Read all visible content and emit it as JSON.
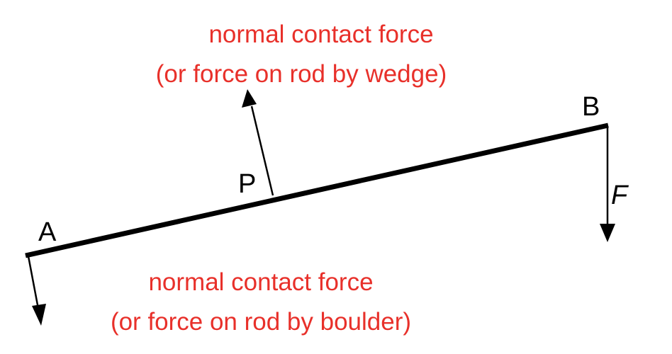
{
  "labels": {
    "point_a": "A",
    "point_p": "P",
    "point_b": "B",
    "force_f": "F"
  },
  "annotations": {
    "top_line1": "normal contact force",
    "top_line2": "(or force on rod by wedge)",
    "bottom_line1": "normal contact force",
    "bottom_line2": "(or force on rod by boulder)"
  },
  "colors": {
    "annotation": "#e8302a",
    "lines": "#000000"
  }
}
